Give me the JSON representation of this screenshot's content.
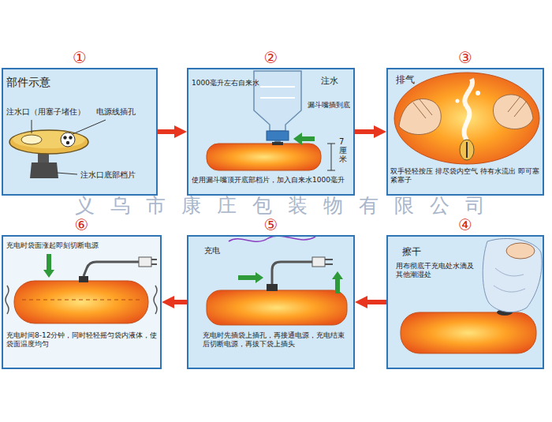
{
  "diagram": {
    "nodes": [
      {
        "text": [
          "①",
          "部件示意",
          "注水口（用塞子堵住）",
          "电源线插孔",
          "注水口底部档片"
        ]
      },
      {
        "text": [
          "②",
          "注水",
          "1000毫升左右自来水",
          "漏斗嘴插到底",
          "7 厘米",
          "使用漏斗嘴顶开底部档片，加入自来水1000毫升"
        ]
      },
      {
        "text": [
          "③",
          "排气",
          "双手轻轻按压 排尽袋内空气 待有水流出 即可塞紧塞子"
        ]
      },
      {
        "text": [
          "④",
          "擦干",
          "用布彻底干充电处水滴及其他潮湿处"
        ]
      },
      {
        "text": [
          "⑤",
          "充电",
          "充电时先插袋上插孔，再接通电源，充电结束后切断电源，再拔下袋上插头"
        ]
      },
      {
        "text": [
          "⑥",
          "充电时袋面涨起即刻切断电源",
          "充电时间8-12分钟，同时轻轻摇匀袋内液体，使袋面温度均匀"
        ]
      }
    ],
    "edges": [
      {
        "from": 0,
        "to": 1,
        "arrow": "to"
      },
      {
        "from": 1,
        "to": 2,
        "arrow": "to"
      },
      {
        "from": 3,
        "to": 4,
        "arrow": "to"
      },
      {
        "from": 4,
        "to": 5,
        "arrow": "to"
      }
    ],
    "labels": [
      "义乌市康庄包装物有限公司"
    ]
  }
}
